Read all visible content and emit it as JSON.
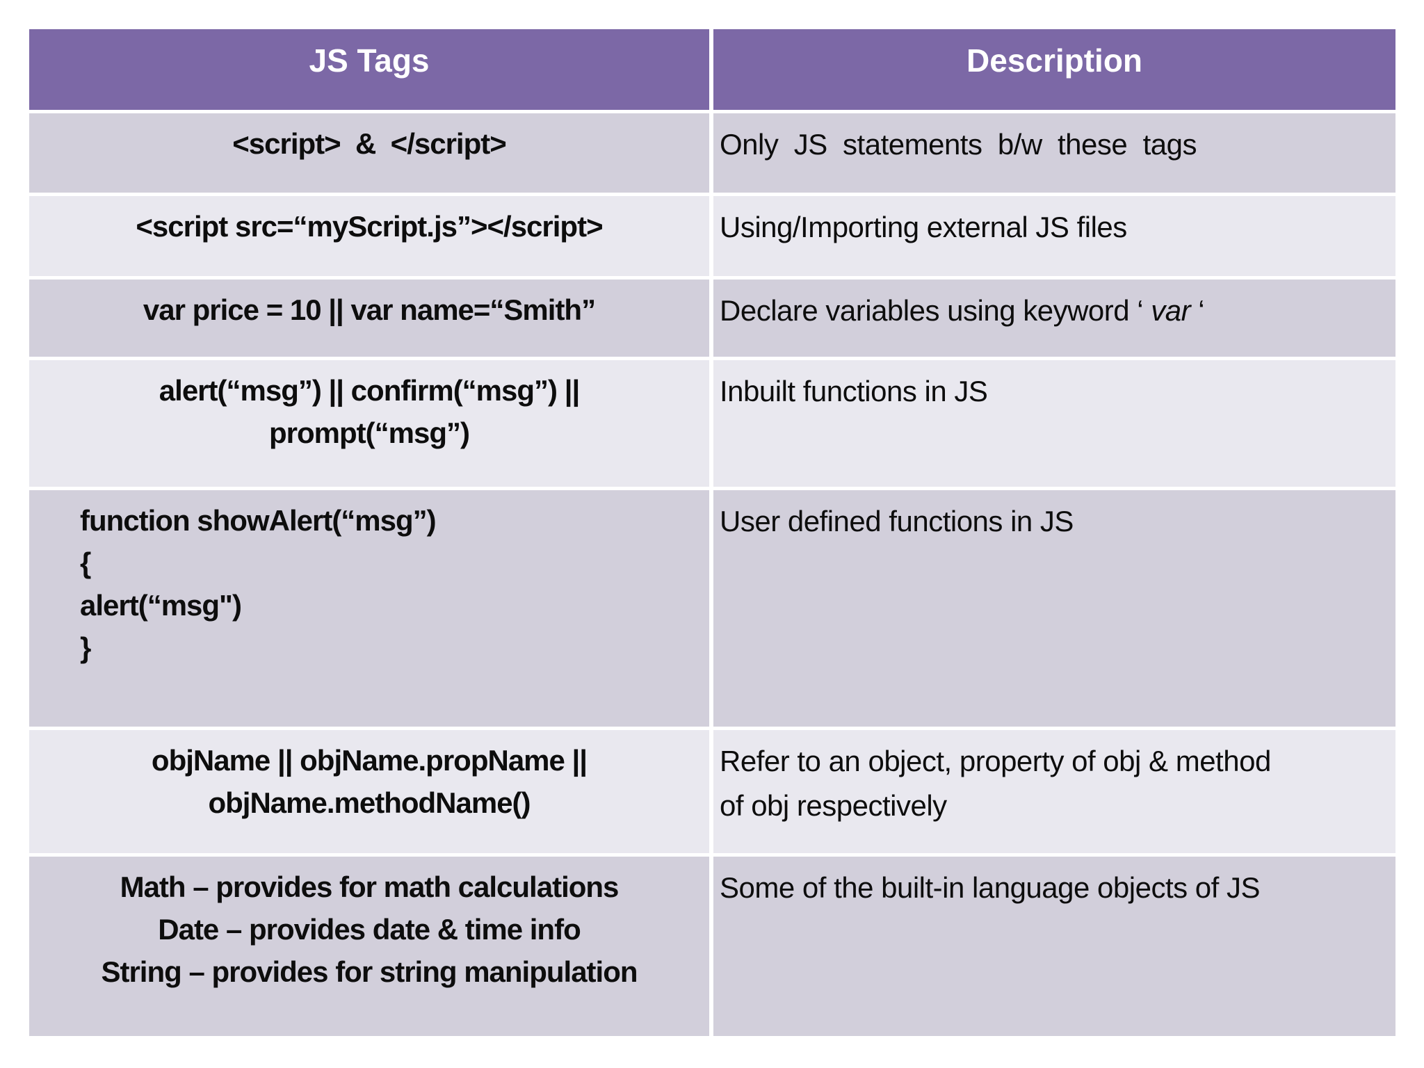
{
  "table": {
    "header": {
      "js_tags": "JS Tags",
      "description": "Description"
    },
    "colors": {
      "header_bg": "#7C68A6",
      "header_text": "#FFFFFF",
      "row_dark": "#D2CFDB",
      "row_light": "#E9E8EF",
      "body_text": "#0D0D0D",
      "page_bg": "#FFFFFF"
    },
    "rows": [
      {
        "code_align": "center",
        "code_lines": [
          "<script>  &  </script>"
        ],
        "desc_lines": [
          [
            {
              "t": "Only  JS  statements  b/w  these  tags"
            }
          ]
        ]
      },
      {
        "code_align": "center",
        "code_lines": [
          "<script src=“myScript.js”></script>"
        ],
        "desc_lines": [
          [
            {
              "t": "Using/Importing external JS files"
            }
          ]
        ]
      },
      {
        "code_align": "center",
        "code_lines": [
          "var price = 10 || var name=“Smith”"
        ],
        "desc_lines": [
          [
            {
              "t": "Declare variables using keyword ‘ "
            },
            {
              "t": "var",
              "i": true
            },
            {
              "t": " ‘"
            }
          ]
        ]
      },
      {
        "code_align": "center",
        "code_lines": [
          "alert(“msg”) || confirm(“msg”) ||",
          "prompt(“msg”)"
        ],
        "desc_lines": [
          [
            {
              "t": "Inbuilt functions in JS"
            }
          ]
        ]
      },
      {
        "code_align": "left",
        "code_lines": [
          "function showAlert(“msg”)",
          "{",
          "alert(“msg\")",
          "}"
        ],
        "desc_lines": [
          [
            {
              "t": "User defined functions in JS"
            }
          ]
        ]
      },
      {
        "code_align": "center",
        "code_lines": [
          "objName || objName.propName ||",
          "objName.methodName()"
        ],
        "desc_lines": [
          [
            {
              "t": "Refer to an object, property of obj & method"
            }
          ],
          [
            {
              "t": "of obj respectively"
            }
          ]
        ]
      },
      {
        "code_align": "center",
        "code_lines": [
          "Math – provides for math calculations",
          "Date – provides date & time info",
          "String – provides for string manipulation"
        ],
        "desc_lines": [
          [
            {
              "t": "Some of the built-in language objects of JS"
            }
          ]
        ]
      }
    ]
  }
}
